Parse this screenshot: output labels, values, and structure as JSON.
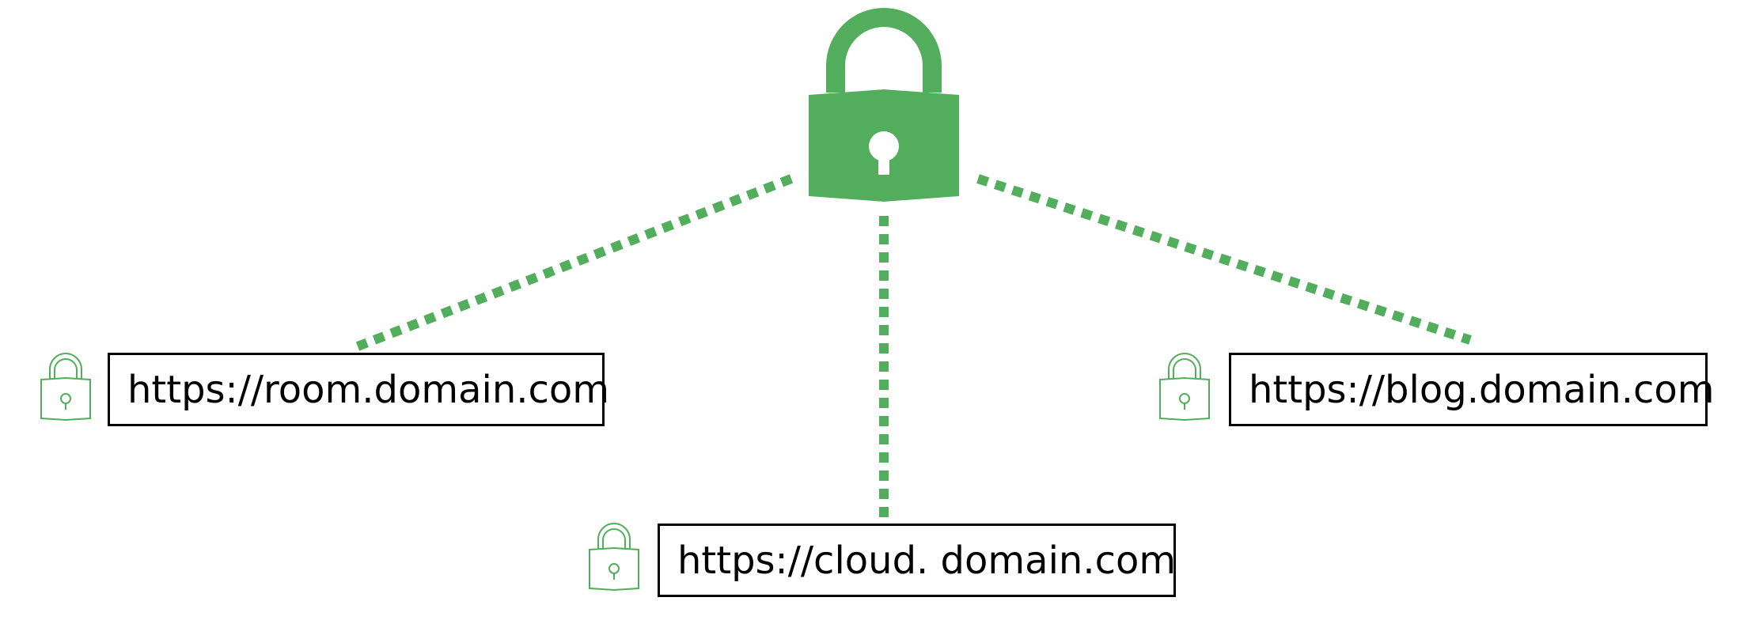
{
  "colors": {
    "accent": "#52ae5c",
    "box_border": "#000000",
    "text": "#000000",
    "background": "#ffffff"
  },
  "central_lock": {
    "icon": "padlock-icon"
  },
  "subdomains": [
    {
      "url": "https://room.domain.com",
      "icon": "padlock-icon"
    },
    {
      "url": "https://blog.domain.com",
      "icon": "padlock-icon"
    },
    {
      "url": "https://cloud. domain.com",
      "icon": "padlock-icon"
    }
  ]
}
